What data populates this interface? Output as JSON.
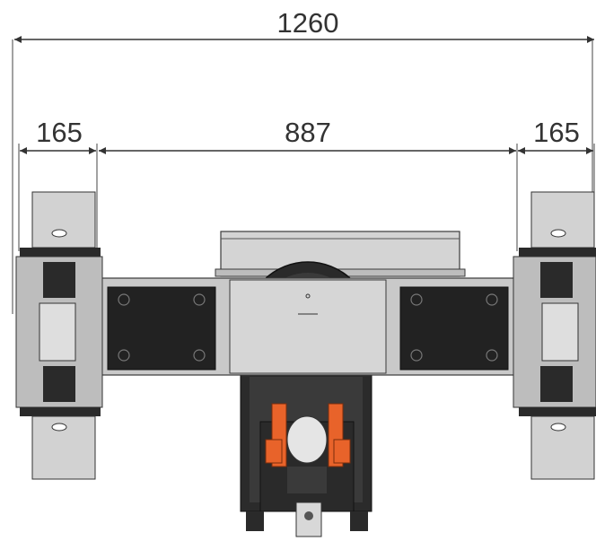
{
  "dimensions": {
    "overall": "1260",
    "left_wheel": "165",
    "center_span": "887",
    "right_wheel": "165"
  },
  "colors": {
    "body_gray": "#c9c9c9",
    "light_gray": "#dcdcdc",
    "dark_panel": "#222222",
    "accent_orange": "#e8632a",
    "line": "#3a3a3a"
  }
}
